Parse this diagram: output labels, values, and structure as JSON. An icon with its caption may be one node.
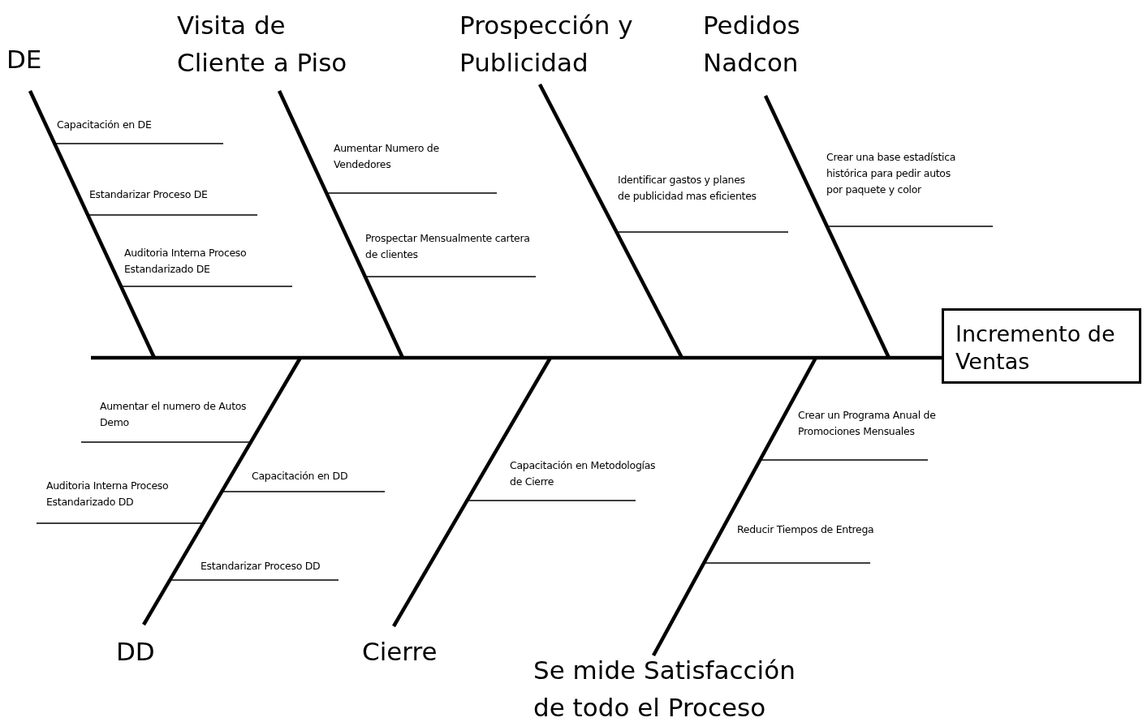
{
  "diagram": {
    "nodes": [
      {
        "text": [
          "DE"
        ]
      },
      {
        "text": [
          "Visita de Cliente a Piso"
        ]
      },
      {
        "text": [
          "Prospección y Publicidad"
        ]
      },
      {
        "text": [
          "Pedidos Nadcon"
        ]
      },
      {
        "text": [
          "Capacitación en DE"
        ]
      },
      {
        "text": [
          "Aumentar Numero de Vendedores"
        ]
      },
      {
        "text": [
          "Identificar gastos y planes de publicidad  mas eficientes"
        ]
      },
      {
        "text": [
          "Crear una base estadística histórica para pedir autos por paquete  y color"
        ]
      },
      {
        "text": [
          "Estandarizar Proceso DE"
        ]
      },
      {
        "text": [
          "Prospectar  Mensualmente cartera de clientes"
        ]
      },
      {
        "text": [
          "Auditoria Interna Proceso Estandarizado DE"
        ]
      },
      {
        "text": [
          "Incremento de Ventas"
        ]
      },
      {
        "text": [
          "Aumentar el numero de Autos Demo"
        ]
      },
      {
        "text": [
          "Crear un Programa Anual de Promociones Mensuales"
        ]
      },
      {
        "text": [
          "Capacitación en Metodologías de Cierre"
        ]
      },
      {
        "text": [
          "Capacitación en DD"
        ]
      },
      {
        "text": [
          "Auditoria Interna Proceso Estandarizado DD"
        ]
      },
      {
        "text": [
          "Reducir Tiempos de Entrega"
        ]
      },
      {
        "text": [
          "Estandarizar Proceso DD"
        ]
      },
      {
        "text": [
          "DD"
        ]
      },
      {
        "text": [
          "Cierre"
        ]
      },
      {
        "text": [
          "Se mide Satisfacción de todo el Proceso"
        ]
      }
    ],
    "edges": [
      {
        "from": null,
        "to": 11,
        "arrow": "none",
        "style": "thick"
      },
      {
        "from": 0,
        "to": null,
        "arrow": "none",
        "style": "thick"
      },
      {
        "from": 1,
        "to": null,
        "arrow": "none",
        "style": "thick"
      },
      {
        "from": 2,
        "to": null,
        "arrow": "none",
        "style": "thick"
      },
      {
        "from": 3,
        "to": null,
        "arrow": "none",
        "style": "thick"
      },
      {
        "from": 19,
        "to": null,
        "arrow": "none",
        "style": "thick"
      },
      {
        "from": 20,
        "to": null,
        "arrow": "none",
        "style": "thick"
      },
      {
        "from": 21,
        "to": null,
        "arrow": "none",
        "style": "thick"
      },
      {
        "from": 4,
        "to": null,
        "arrow": "none"
      },
      {
        "from": 8,
        "to": null,
        "arrow": "none"
      },
      {
        "from": 10,
        "to": null,
        "arrow": "none"
      },
      {
        "from": 5,
        "to": null,
        "arrow": "none"
      },
      {
        "from": 9,
        "to": null,
        "arrow": "none"
      },
      {
        "from": 6,
        "to": null,
        "arrow": "none"
      },
      {
        "from": 7,
        "to": null,
        "arrow": "none"
      },
      {
        "from": 12,
        "to": null,
        "arrow": "none"
      },
      {
        "from": 15,
        "to": null,
        "arrow": "none"
      },
      {
        "from": 16,
        "to": null,
        "arrow": "none"
      },
      {
        "from": 18,
        "to": null,
        "arrow": "none"
      },
      {
        "from": 14,
        "to": null,
        "arrow": "none"
      },
      {
        "from": 13,
        "to": null,
        "arrow": "none"
      },
      {
        "from": 17,
        "to": null,
        "arrow": "none"
      }
    ]
  }
}
